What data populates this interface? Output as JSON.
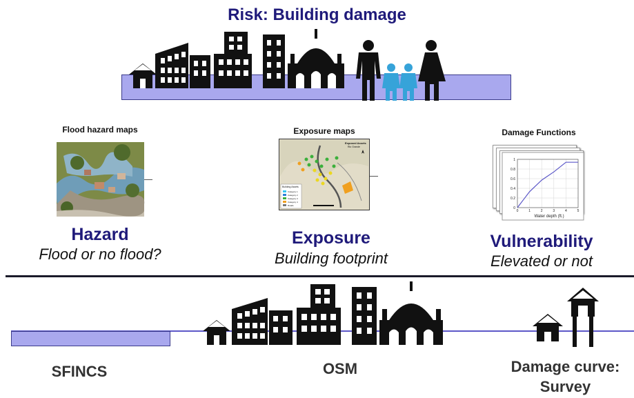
{
  "title": "Risk: Building damage",
  "panels": [
    {
      "caption": "Flood hazard maps",
      "heading": "Hazard",
      "subheading": "Flood or no flood?"
    },
    {
      "caption": "Exposure maps",
      "heading": "Exposure",
      "subheading": "Building footprint"
    },
    {
      "caption": "Damage Functions",
      "heading": "Vulnerability",
      "subheading": "Elevated or not"
    }
  ],
  "exposure_map": {
    "title": "Exposed Assets",
    "subtitle": "Rio Grande",
    "legend_title": "Building Assets",
    "legend": [
      {
        "label": "Category 1",
        "color": "#35c6f0"
      },
      {
        "label": "Category 2",
        "color": "#2a7fd8"
      },
      {
        "label": "Category 3",
        "color": "#3bb03b"
      },
      {
        "label": "Category 4",
        "color": "#f0a020"
      },
      {
        "label": "Roads",
        "color": "#777777"
      }
    ]
  },
  "damage_chart": {
    "xlabel": "Water depth (ft.)",
    "xticks": [
      "0",
      "1",
      "2",
      "3",
      "4",
      "5"
    ],
    "yticks": [
      "0",
      "0.2",
      "0.4",
      "0.6",
      "0.8",
      "1"
    ]
  },
  "chart_data": {
    "type": "line",
    "x": [
      0,
      1,
      2,
      3,
      4,
      5
    ],
    "y": [
      0,
      0.33,
      0.57,
      0.74,
      0.94,
      0.94
    ],
    "xlabel": "Water depth (ft.)",
    "xlim": [
      0,
      5
    ],
    "ylim": [
      0,
      1
    ],
    "grid": true
  },
  "bottom": {
    "left_label": "SFINCS",
    "middle_label": "OSM",
    "right_label_line1": "Damage curve:",
    "right_label_line2": "Survey"
  },
  "colors": {
    "heading": "#1f1a7a",
    "water": "#a9a8ee",
    "people_blue": "#36a3d9"
  }
}
